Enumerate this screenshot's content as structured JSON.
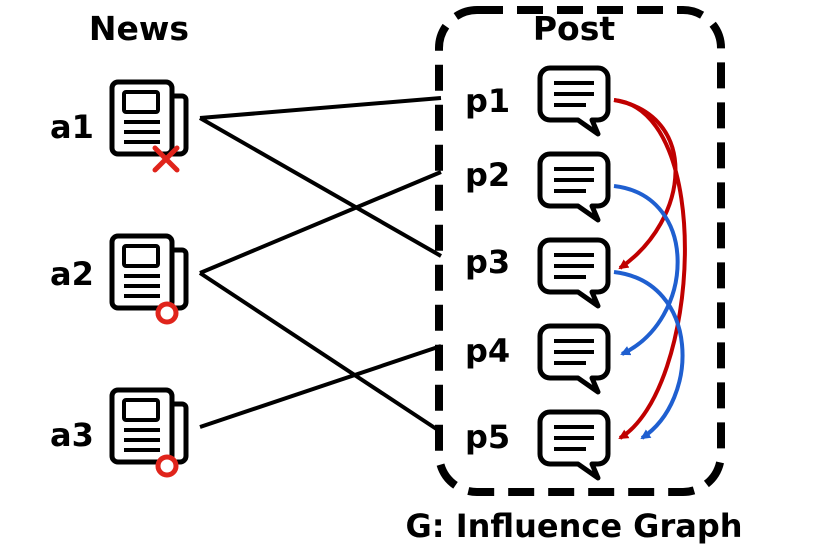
{
  "news": {
    "heading": "News",
    "items": [
      {
        "label": "a1",
        "marker": "cross-mark",
        "marker_color": "#e0241b"
      },
      {
        "label": "a2",
        "marker": "circle-mark",
        "marker_color": "#e0241b"
      },
      {
        "label": "a3",
        "marker": "circle-mark",
        "marker_color": "#e0241b"
      }
    ]
  },
  "post": {
    "heading": "Post",
    "items": [
      {
        "label": "p1"
      },
      {
        "label": "p2"
      },
      {
        "label": "p3"
      },
      {
        "label": "p4"
      },
      {
        "label": "p5"
      }
    ]
  },
  "links": [
    {
      "from": "a1",
      "to": "p1"
    },
    {
      "from": "a1",
      "to": "p3"
    },
    {
      "from": "a2",
      "to": "p2"
    },
    {
      "from": "a2",
      "to": "p5"
    },
    {
      "from": "a3",
      "to": "p4"
    }
  ],
  "influence_edges": [
    {
      "from": "p1",
      "to": "p3",
      "color": "#c00000"
    },
    {
      "from": "p1",
      "to": "p5",
      "color": "#c00000"
    },
    {
      "from": "p2",
      "to": "p4",
      "color": "#1f5fd0"
    },
    {
      "from": "p3",
      "to": "p5",
      "color": "#1f5fd0"
    }
  ],
  "caption": "G: Influence Graph",
  "colors": {
    "line": "#000000",
    "red": "#c00000",
    "blue": "#1f5fd0",
    "marker": "#e0241b"
  }
}
